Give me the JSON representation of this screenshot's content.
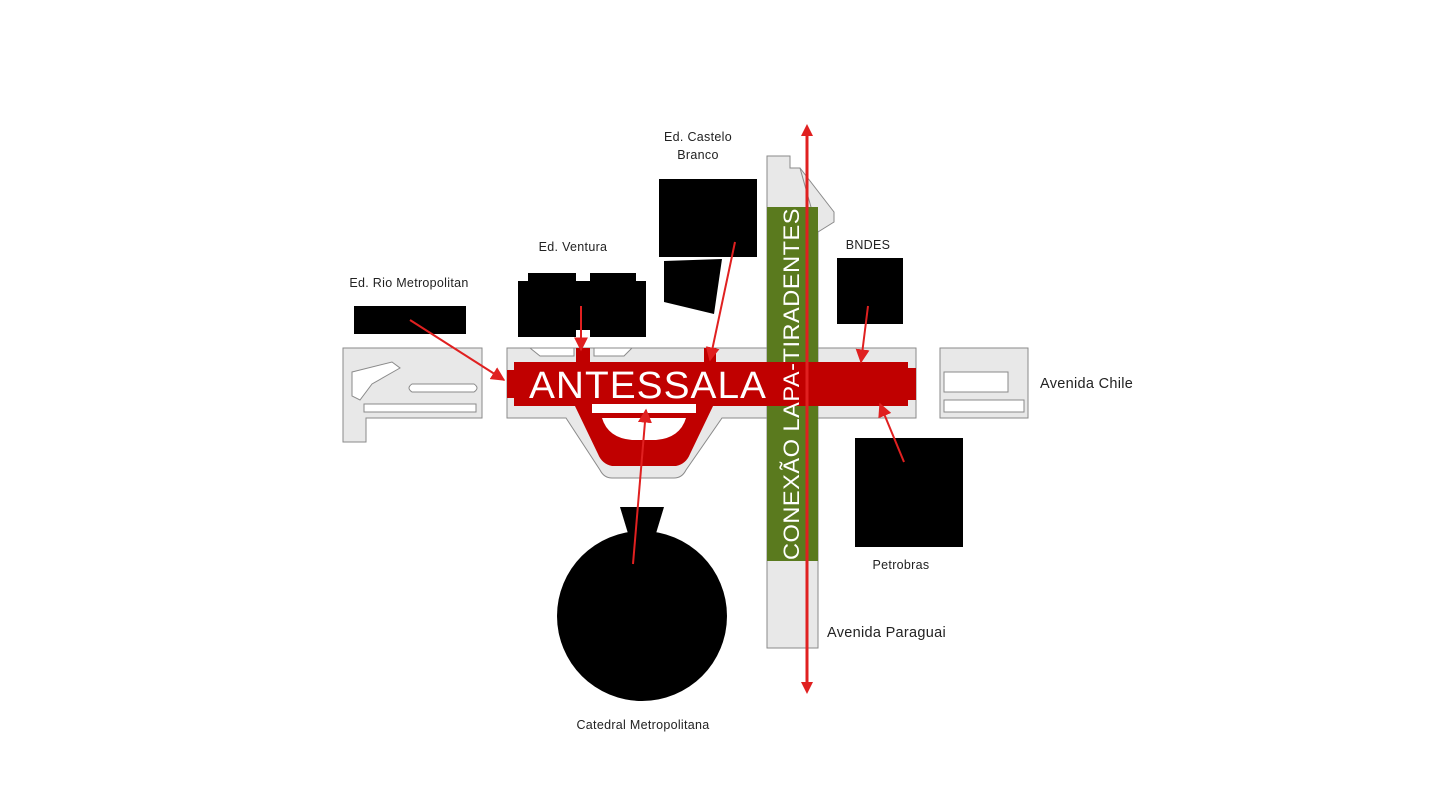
{
  "labels": {
    "ed_castelo_branco_line1": "Ed. Castelo",
    "ed_castelo_branco_line2": "Branco",
    "ed_ventura": "Ed. Ventura",
    "ed_rio_metropolitan": "Ed. Rio Metropolitan",
    "bndes": "BNDES",
    "petrobras": "Petrobras",
    "catedral_metropolitana": "Catedral Metropolitana",
    "avenida_chile": "Avenida Chile",
    "avenida_paraguai": "Avenida Paraguai",
    "antessala": "ANTESSALA",
    "conexao": "CONEXÃO LAPA-TIRADENTES"
  },
  "colors": {
    "antessala": "#c00000",
    "connection": "#5a7a1e",
    "arrows": "#e02020",
    "buildings": "#000000",
    "roads": "#e8e8e8"
  }
}
